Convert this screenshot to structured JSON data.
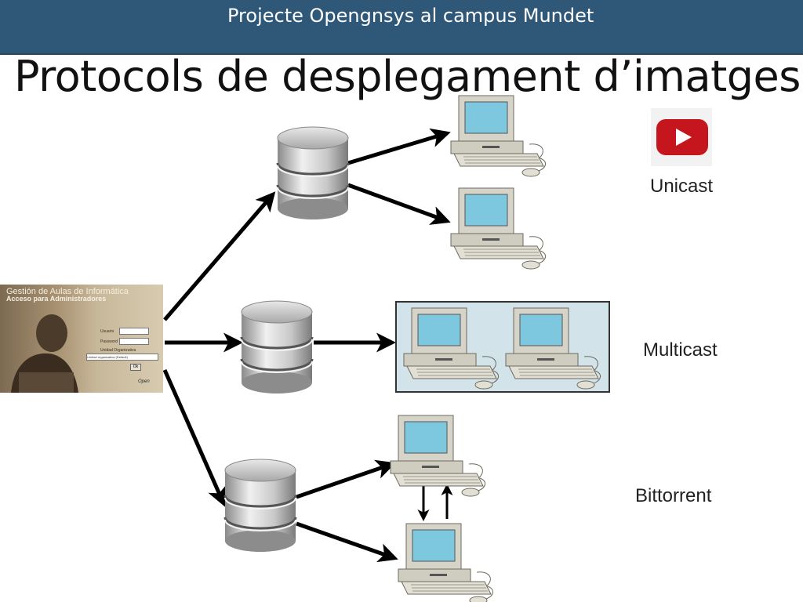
{
  "header": {
    "title": "Projecte Opengnsys al campus Mundet"
  },
  "slide": {
    "title": "Protocols de desplegament d’imatges"
  },
  "protocols": [
    {
      "label": "Unicast"
    },
    {
      "label": "Multicast"
    },
    {
      "label": "Bittorrent"
    }
  ],
  "video_icon": "youtube-play-icon",
  "login_panel": {
    "title": "Gestión de Aulas de Informática",
    "subtitle": "Acceso para Administradores",
    "user_label": "Usuario",
    "password_label": "Password",
    "unit_label": "Unidad Organizativa",
    "unit_value": "Unidad organizativa (Default)",
    "ok_label": "Ok",
    "logo_text": "Open"
  },
  "colors": {
    "header_bg": "#2f5878",
    "multicast_box": "#d3e3ea",
    "screen": "#7ec8df"
  }
}
